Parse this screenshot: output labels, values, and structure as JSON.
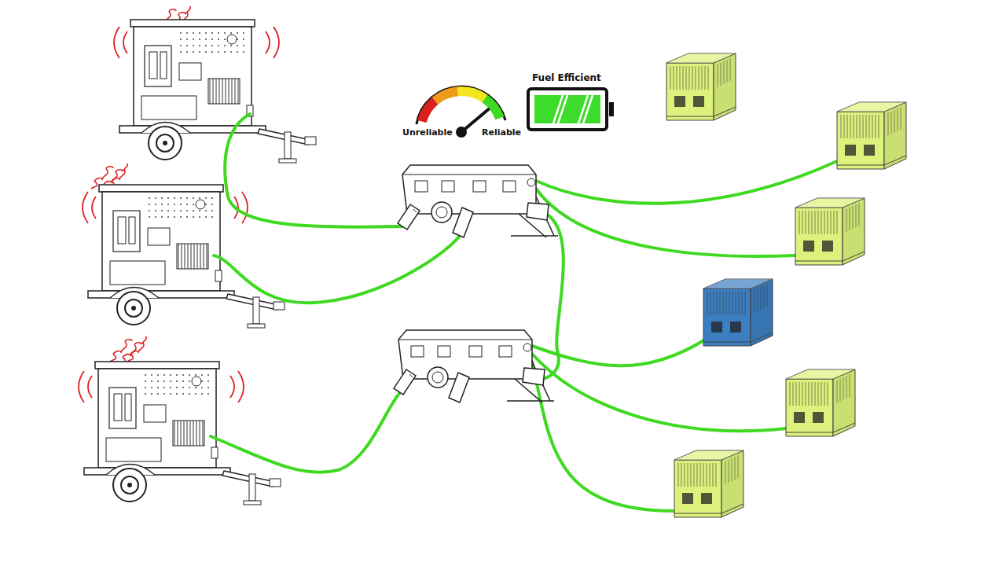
{
  "diagram": {
    "labels": [
      "Unreliable",
      "Reliable",
      "Fuel Efficient"
    ]
  }
}
